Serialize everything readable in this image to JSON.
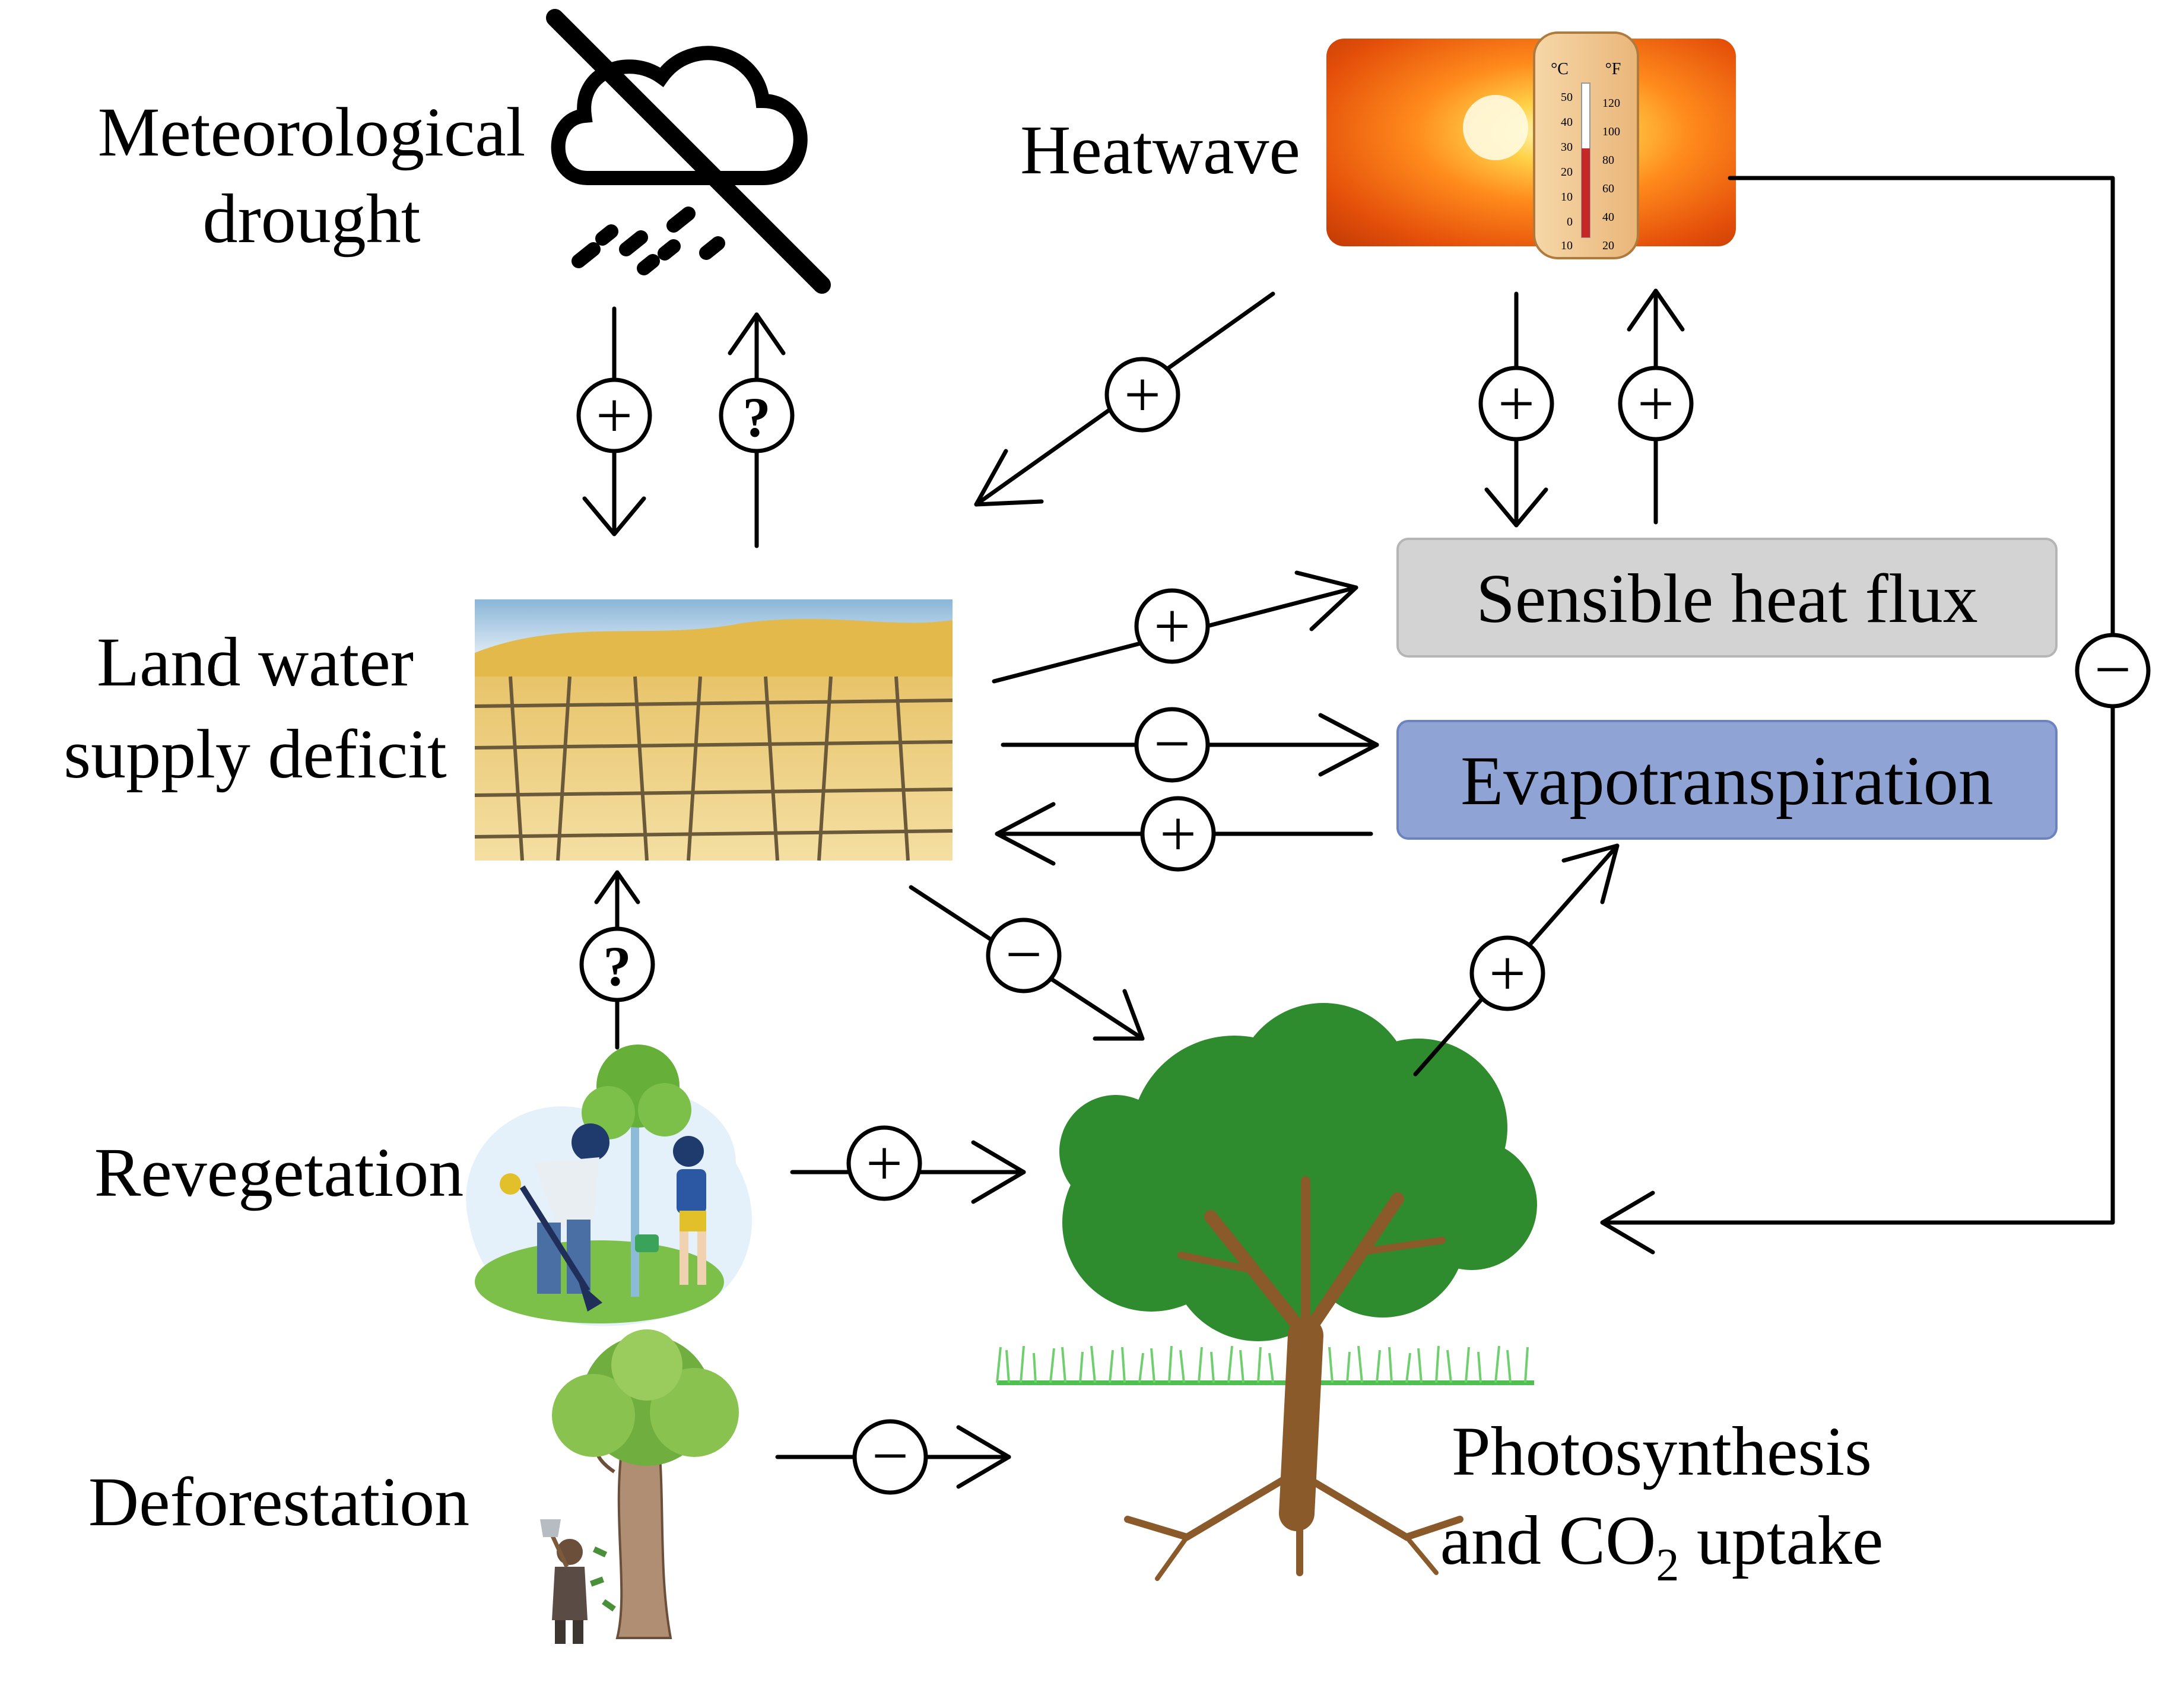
{
  "nodes": {
    "meteorological_drought": {
      "line1": "Meteorological",
      "line2": "drought"
    },
    "heatwave": {
      "label": "Heatwave"
    },
    "land_water": {
      "line1": "Land water",
      "line2": "supply deficit"
    },
    "sensible_heat": {
      "label": "Sensible heat flux"
    },
    "evapotranspiration": {
      "label": "Evapotranspiration"
    },
    "revegetation": {
      "label": "Revegetation"
    },
    "deforestation": {
      "label": "Deforestation"
    },
    "photosynthesis": {
      "line1": "Photosynthesis",
      "line2_pre": "and CO",
      "line2_sub": "2",
      "line2_post": " uptake"
    }
  },
  "thermometer": {
    "celsius_unit": "°C",
    "fahrenheit_unit": "°F",
    "celsius_ticks": [
      "50",
      "40",
      "30",
      "20",
      "10",
      "0",
      "10"
    ],
    "fahrenheit_ticks": [
      "120",
      "100",
      "80",
      "60",
      "40",
      "20"
    ]
  },
  "signs": {
    "plus": "+",
    "minus": "−",
    "unknown": "?"
  },
  "colors": {
    "sensible_heat_fill": "#d3d3d3",
    "evapotranspiration_fill": "#8fa3d4",
    "tree_canopy": "#2e8b2e",
    "tree_trunk": "#8b5a2b",
    "line": "#000000"
  }
}
